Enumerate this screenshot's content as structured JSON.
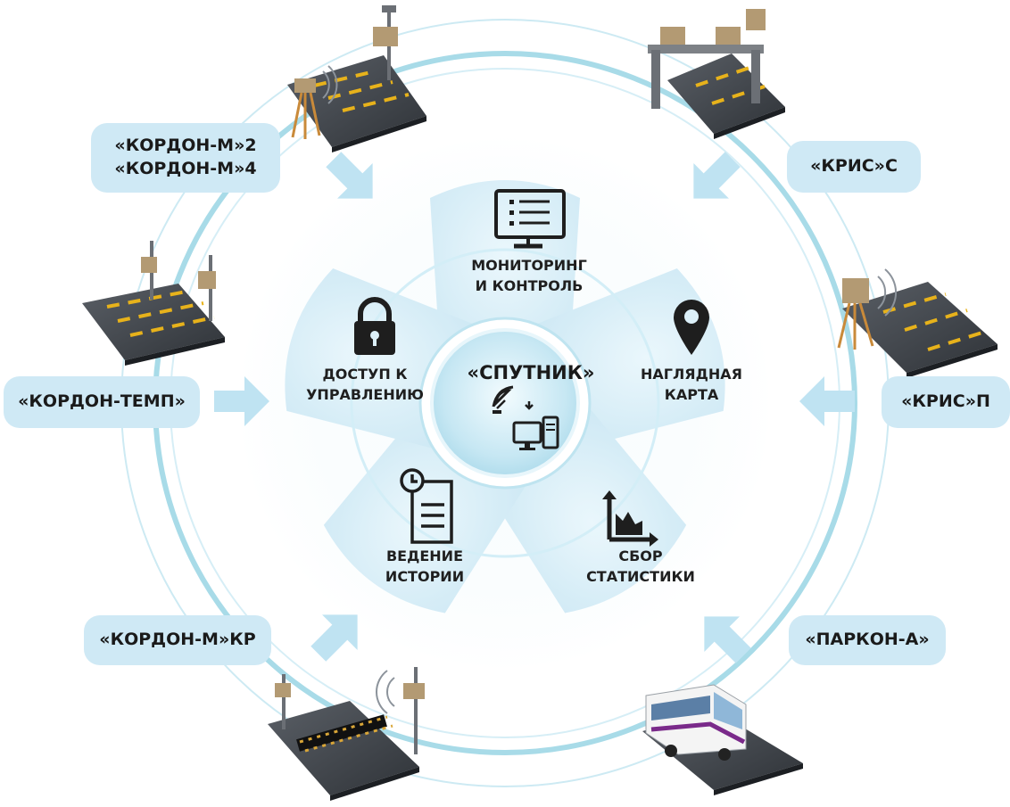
{
  "center": {
    "title": "«СПУТНИК»",
    "icon": "satellite-computer-icon"
  },
  "functions": [
    {
      "id": "monitoring",
      "lines": [
        "МОНИТОРИНГ",
        "И КОНТРОЛЬ"
      ],
      "icon": "monitor-checklist-icon"
    },
    {
      "id": "map",
      "lines": [
        "НАГЛЯДНАЯ",
        "КАРТА"
      ],
      "icon": "map-pin-icon"
    },
    {
      "id": "statistics",
      "lines": [
        "СБОР",
        "СТАТИСТИКИ"
      ],
      "icon": "area-chart-icon"
    },
    {
      "id": "history",
      "lines": [
        "ВЕДЕНИЕ",
        "ИСТОРИИ"
      ],
      "icon": "clock-document-icon"
    },
    {
      "id": "access",
      "lines": [
        "ДОСТУП К",
        "УПРАВЛЕНИЮ"
      ],
      "icon": "padlock-icon"
    }
  ],
  "devices": [
    {
      "id": "kordon-m-2-4",
      "lines": [
        "«КОРДОН-М»2",
        "«КОРДОН-М»4"
      ],
      "icon": "pole-camera-road-icon"
    },
    {
      "id": "kordon-temp",
      "lines": [
        "«КОРДОН-ТЕМП»"
      ],
      "icon": "two-pole-cameras-road-icon"
    },
    {
      "id": "kordon-m-kr",
      "lines": [
        "«КОРДОН-М»КР"
      ],
      "icon": "railway-crossing-cameras-icon"
    },
    {
      "id": "kris-s",
      "lines": [
        "«КРИС»С"
      ],
      "icon": "gantry-cameras-road-icon"
    },
    {
      "id": "kris-p",
      "lines": [
        "«КРИС»П"
      ],
      "icon": "tripod-radar-road-icon"
    },
    {
      "id": "parkon-a",
      "lines": [
        "«ПАРКОН-А»"
      ],
      "icon": "bus-camera-road-icon"
    }
  ],
  "colors": {
    "ring": "#a8dbe8",
    "label_bg": "#cfe9f5",
    "arrow": "#bfe3f2",
    "petal": "#dcf0f9",
    "center": "#c9e9f4",
    "icon": "#1e1e1e"
  }
}
